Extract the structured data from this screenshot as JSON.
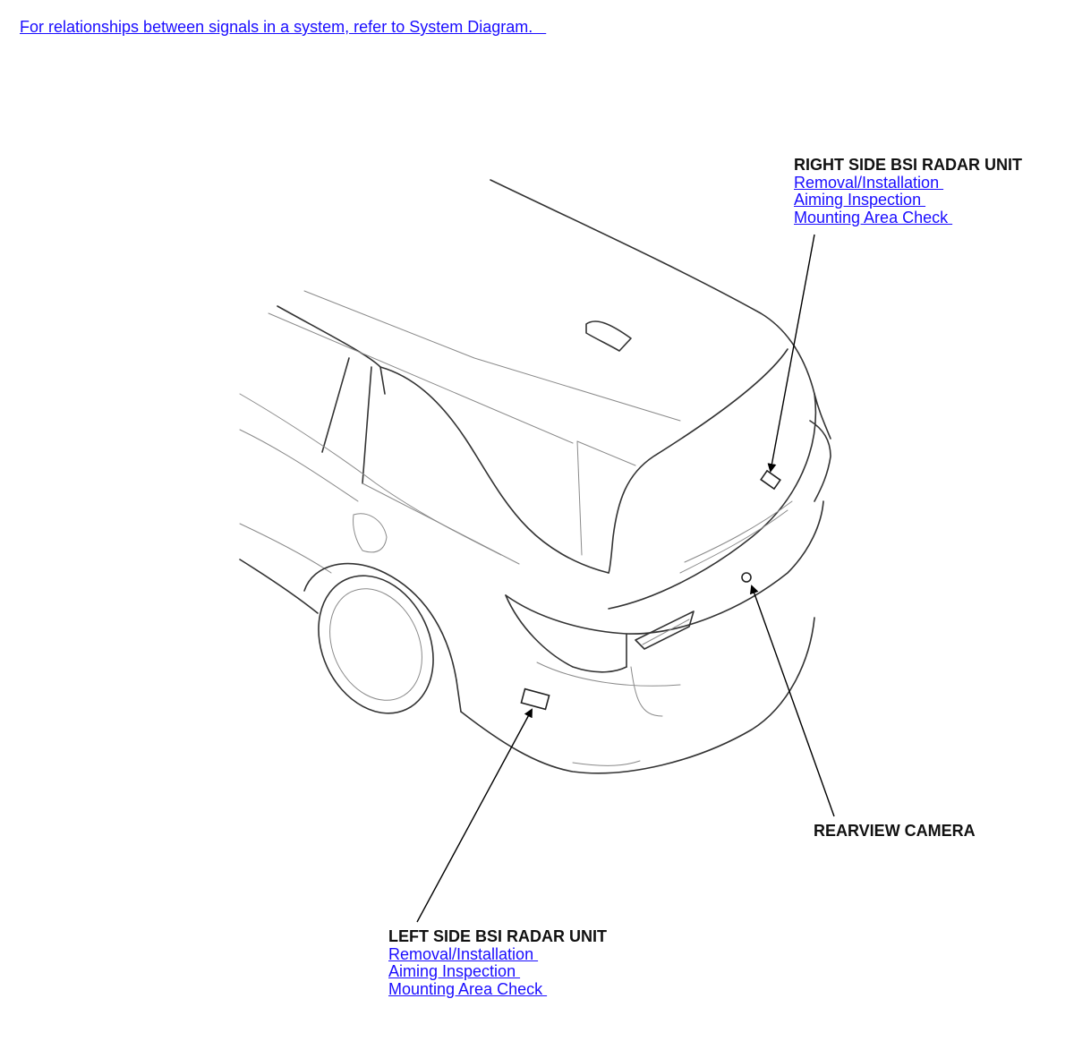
{
  "header": {
    "system_link": "For relationships between signals in a system, refer to System Diagram.   "
  },
  "callouts": {
    "right_radar": {
      "title": "RIGHT SIDE BSI RADAR UNIT",
      "links": [
        "Removal/Installation ",
        "Aiming Inspection ",
        "Mounting Area Check "
      ]
    },
    "left_radar": {
      "title": "LEFT SIDE BSI RADAR UNIT",
      "links": [
        "Removal/Installation ",
        "Aiming Inspection ",
        "Mounting Area Check "
      ]
    },
    "rear_camera": {
      "title": "REARVIEW CAMERA"
    }
  },
  "colors": {
    "link": "#1a0dff",
    "label": "#111111",
    "line_art": "#333333"
  }
}
